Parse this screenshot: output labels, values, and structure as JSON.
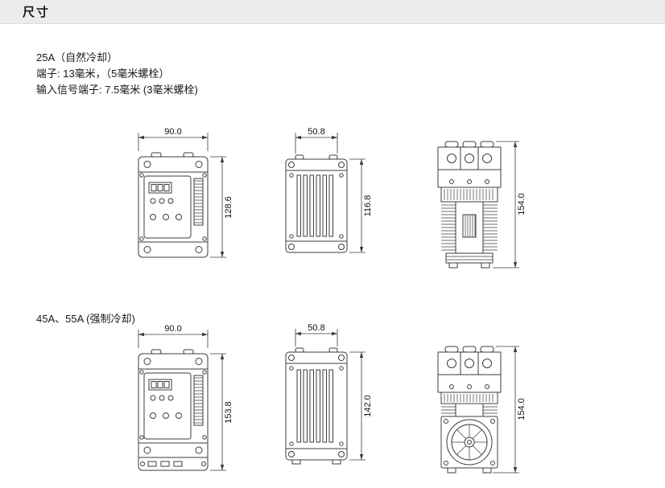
{
  "page": {
    "title": "尺寸"
  },
  "section_25a": {
    "heading": "25A（自然冷却）",
    "note1": "端子: 13毫米，（5毫米螺栓）",
    "note2": "输入信号端子: 7.5毫米 (3毫米螺栓)",
    "front": {
      "width": "90.0",
      "height": "128.6"
    },
    "side": {
      "width": "50.8",
      "height": "116.8"
    },
    "heatsink": {
      "height": "154.0"
    }
  },
  "section_45a": {
    "heading": "45A、55A (强制冷却)",
    "front": {
      "width": "90.0",
      "height": "153.8"
    },
    "side": {
      "width": "50.8",
      "height": "142.0"
    },
    "heatsink": {
      "height": "154.0"
    }
  }
}
